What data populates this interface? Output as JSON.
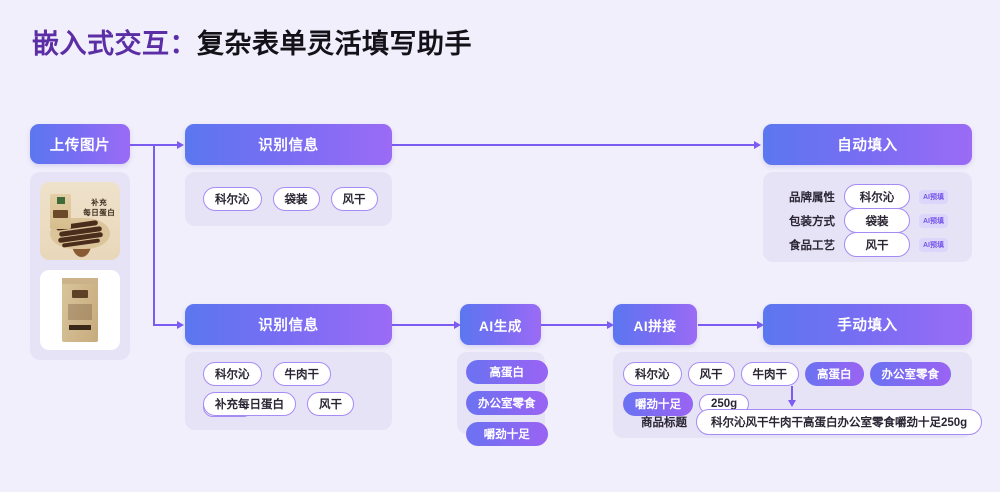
{
  "page": {
    "title_accent": "嵌入式交互：",
    "title_plain": "复杂表单灵活填写助手",
    "accent_color": "#5b2ea6",
    "node_gradient_from": "#5b77f0",
    "node_gradient_to": "#9b6bf5",
    "background": "#f1effb",
    "panel_background": "#e7e3f7",
    "connector_color": "#7b5cf0"
  },
  "flow": {
    "upload": {
      "label": "上传图片",
      "thumbnails": [
        {
          "name": "product-photo-jerky",
          "caption_line1": "补充",
          "caption_line2": "每日蛋白"
        },
        {
          "name": "product-photo-package",
          "caption_line1": "",
          "caption_line2": ""
        }
      ]
    },
    "recognize_top": {
      "label": "识别信息",
      "tags": [
        "科尔沁",
        "袋装",
        "风干"
      ]
    },
    "recognize_bottom": {
      "label": "识别信息",
      "tags_row1": [
        "科尔沁",
        "牛肉干",
        "250g"
      ],
      "tags_row2": [
        "补充每日蛋白",
        "风干"
      ]
    },
    "auto_fill": {
      "label": "自动填入",
      "badge_label": "AI预填",
      "rows": [
        {
          "label": "品牌属性",
          "value": "科尔沁"
        },
        {
          "label": "包装方式",
          "value": "袋装"
        },
        {
          "label": "食品工艺",
          "value": "风干"
        }
      ]
    },
    "ai_generate": {
      "label": "AI生成",
      "tags": [
        "高蛋白",
        "办公室零食",
        "嚼劲十足"
      ]
    },
    "ai_concat": {
      "label": "AI拼接"
    },
    "manual_fill": {
      "label": "手动填入",
      "tags": [
        {
          "text": "科尔沁",
          "filled": false
        },
        {
          "text": "风干",
          "filled": false
        },
        {
          "text": "牛肉干",
          "filled": false
        },
        {
          "text": "高蛋白",
          "filled": true
        },
        {
          "text": "办公室零食",
          "filled": true
        },
        {
          "text": "嚼劲十足",
          "filled": true
        },
        {
          "text": "250g",
          "filled": false
        }
      ],
      "result_label": "商品标题",
      "result_value": "科尔沁风干牛肉干高蛋白办公室零食嚼劲十足250g"
    }
  }
}
